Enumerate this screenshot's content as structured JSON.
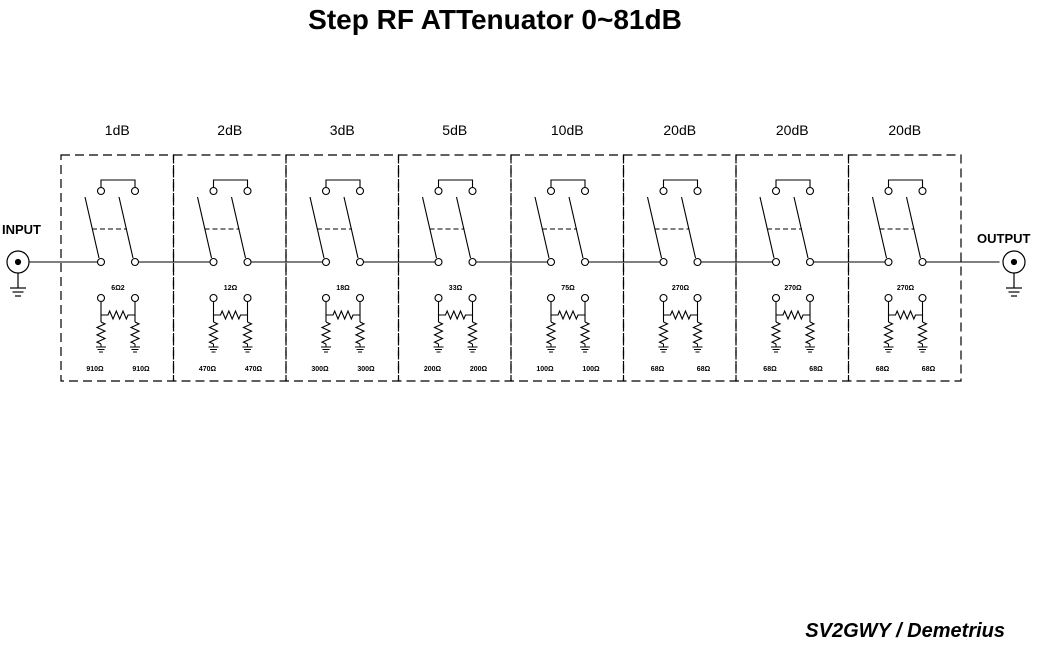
{
  "title": "Step RF ATTenuator 0~81dB",
  "author": "SV2GWY / Demetrius",
  "input_label": "INPUT",
  "output_label": "OUTPUT",
  "stages": [
    {
      "label": "1dB",
      "series": "6Ω2",
      "shunt_left": "910Ω",
      "shunt_right": "910Ω"
    },
    {
      "label": "2dB",
      "series": "12Ω",
      "shunt_left": "470Ω",
      "shunt_right": "470Ω"
    },
    {
      "label": "3dB",
      "series": "18Ω",
      "shunt_left": "300Ω",
      "shunt_right": "300Ω"
    },
    {
      "label": "5dB",
      "series": "33Ω",
      "shunt_left": "200Ω",
      "shunt_right": "200Ω"
    },
    {
      "label": "10dB",
      "series": "75Ω",
      "shunt_left": "100Ω",
      "shunt_right": "100Ω"
    },
    {
      "label": "20dB",
      "series": "270Ω",
      "shunt_left": "68Ω",
      "shunt_right": "68Ω"
    },
    {
      "label": "20dB",
      "series": "270Ω",
      "shunt_left": "68Ω",
      "shunt_right": "68Ω"
    },
    {
      "label": "20dB",
      "series": "270Ω",
      "shunt_left": "68Ω",
      "shunt_right": "68Ω"
    }
  ]
}
